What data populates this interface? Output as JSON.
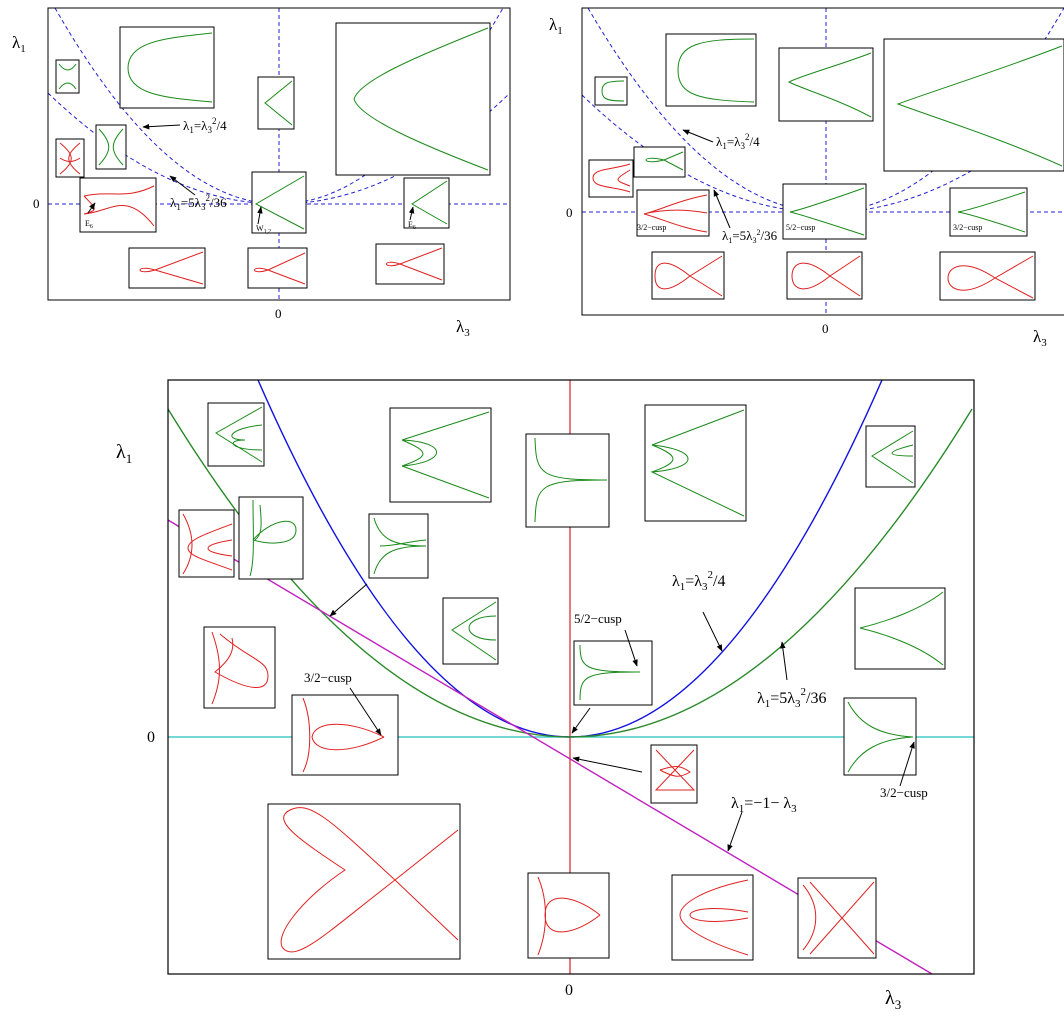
{
  "panels": {
    "top_left": {
      "y_axis_label": "λ1",
      "x_axis_label": "λ3",
      "tick_zero_y": "0",
      "tick_zero_x": "0",
      "curve_labels": {
        "parabola": "λ1=λ3²/4",
        "parabola2": "λ1=5λ3²/36"
      },
      "point_labels": {
        "e6_left": "E6",
        "w12": "W1,2",
        "e6_right": "E6"
      }
    },
    "top_right": {
      "y_axis_label": "λ1",
      "x_axis_label": "λ3",
      "tick_zero_y": "0",
      "tick_zero_x": "0",
      "curve_labels": {
        "parabola": "λ1=λ3²/4",
        "parabola2": "λ1=5λ3²/36"
      },
      "cusp_labels": {
        "left": "3/2−cusp",
        "center": "5/2−cusp",
        "right": "3/2−cusp"
      }
    },
    "bottom": {
      "y_axis_label": "λ1",
      "x_axis_label": "λ3",
      "tick_zero_y": "0",
      "tick_zero_x": "0",
      "curve_labels": {
        "parabola": "λ1=λ3²/4",
        "parabola2": "λ1=5λ3²/36",
        "line": "λ1=−1− λ3"
      },
      "cusp_labels": {
        "left": "3/2−cusp",
        "center": "5/2−cusp",
        "right": "3/2−cusp"
      }
    }
  },
  "colors": {
    "branch_green": "#1a8a1a",
    "branch_red": "#e02020",
    "dashed_blue": "#2020d0",
    "curve_blue": "#1010e0",
    "curve_green": "#2a8a2a",
    "line_magenta": "#c020c0",
    "axis_cyan": "#20c0c0",
    "axis_red": "#e02020"
  }
}
